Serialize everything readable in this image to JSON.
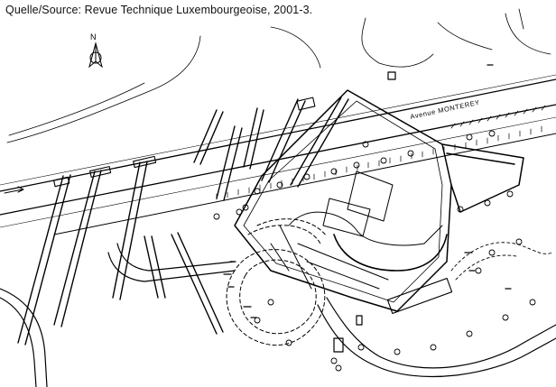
{
  "source_caption": "Quelle/Source: Revue Technique Luxembourgeoise, 2001-3.",
  "north_arrow": {
    "label": "N",
    "icon": "north-arrow-icon"
  },
  "streets": [
    {
      "name": "Avenue MONTEREY"
    }
  ],
  "style": {
    "ink": "#000000",
    "paper": "#ffffff"
  }
}
